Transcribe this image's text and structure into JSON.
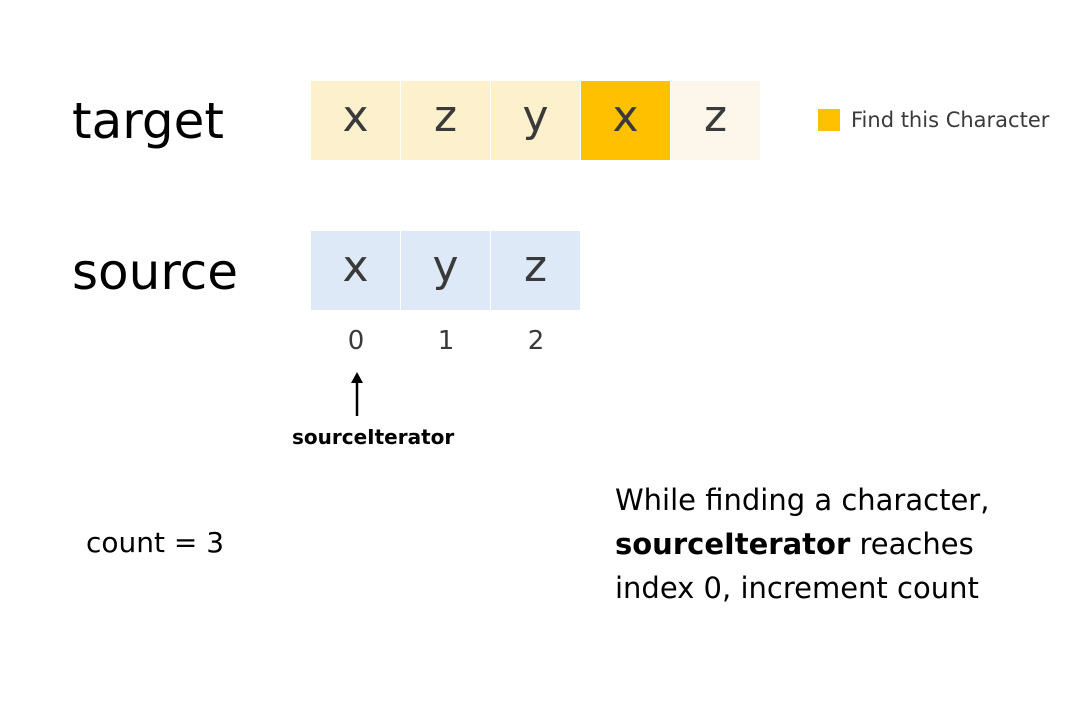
{
  "labels": {
    "target": "target",
    "source": "source"
  },
  "target_cells": [
    {
      "char": "x",
      "state": "light"
    },
    {
      "char": "z",
      "state": "light"
    },
    {
      "char": "y",
      "state": "light"
    },
    {
      "char": "x",
      "state": "active"
    },
    {
      "char": "z",
      "state": "faint"
    }
  ],
  "source_cells": [
    "x",
    "y",
    "z"
  ],
  "indices": [
    "0",
    "1",
    "2"
  ],
  "pointer": {
    "label": "sourceIterator",
    "index": 0
  },
  "legend": {
    "text": "Find this Character",
    "color": "#ffc000"
  },
  "count": {
    "text": "count = 3"
  },
  "explanation": {
    "line1": "While finding a character,",
    "bold": "sourceIterator",
    "line2_rest": " reaches",
    "line3": "index 0, increment count"
  },
  "colors": {
    "target_light": "#fdf0cc",
    "target_active": "#ffc000",
    "target_faint": "#fdf6ea",
    "source_cell": "#dde9f6"
  }
}
